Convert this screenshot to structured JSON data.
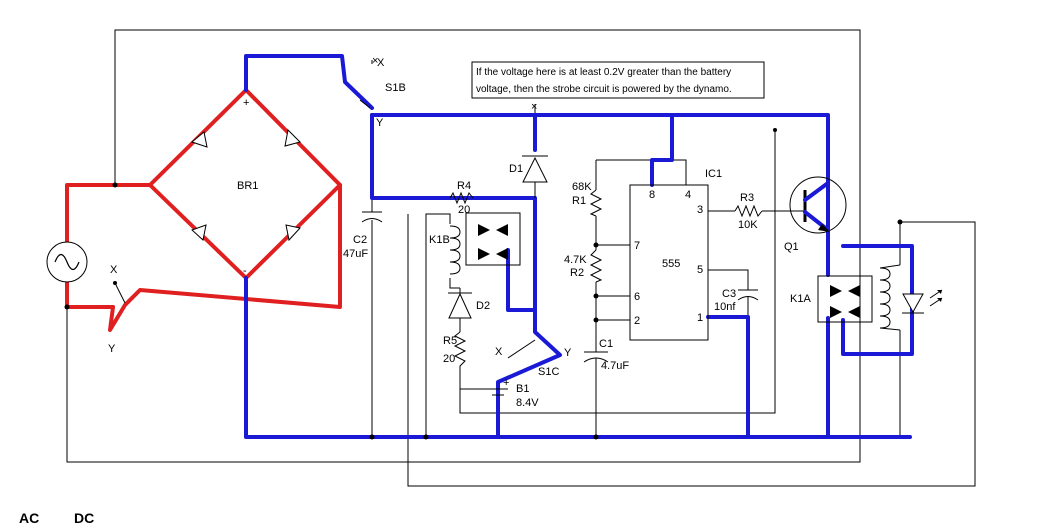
{
  "note": {
    "line1": "If the voltage here is at least 0.2V greater than the battery",
    "line2": "voltage, then the strobe circuit is powered by the dynamo."
  },
  "legend": {
    "ac": {
      "label": "AC",
      "color": "#e02020"
    },
    "dc": {
      "label": "DC",
      "color": "#1a1ad6"
    }
  },
  "components": {
    "br1": "BR1",
    "br1_plus": "+",
    "br1_minus": "-",
    "s1b": "S1B",
    "s1c": "S1C",
    "x_top": "X",
    "y_top": "Y",
    "x_left": "X",
    "y_left": "Y",
    "x_s1c": "X",
    "y_s1c": "Y",
    "c2_name": "C2",
    "c2_value": "47uF",
    "r4_name": "R4",
    "r4_value": "20",
    "k1b": "K1B",
    "d1": "D1",
    "d2": "D2",
    "r5_name": "R5",
    "r5_value": "20",
    "b1_name": "B1",
    "b1_value": "8.4V",
    "b1_plus": "+",
    "r1_value": "68K",
    "r1_name": "R1",
    "r2_value": "4.7K",
    "r2_name": "R2",
    "c1_name": "C1",
    "c1_value": "4.7uF",
    "ic1": "IC1",
    "ic1_part": "555",
    "pin8": "8",
    "pin4": "4",
    "pin3": "3",
    "pin7": "7",
    "pin6": "6",
    "pin5": "5",
    "pin2": "2",
    "pin1": "1",
    "r3_name": "R3",
    "r3_value": "10K",
    "q1": "Q1",
    "c3_name": "C3",
    "c3_value": "10nf",
    "k1a": "K1A"
  }
}
